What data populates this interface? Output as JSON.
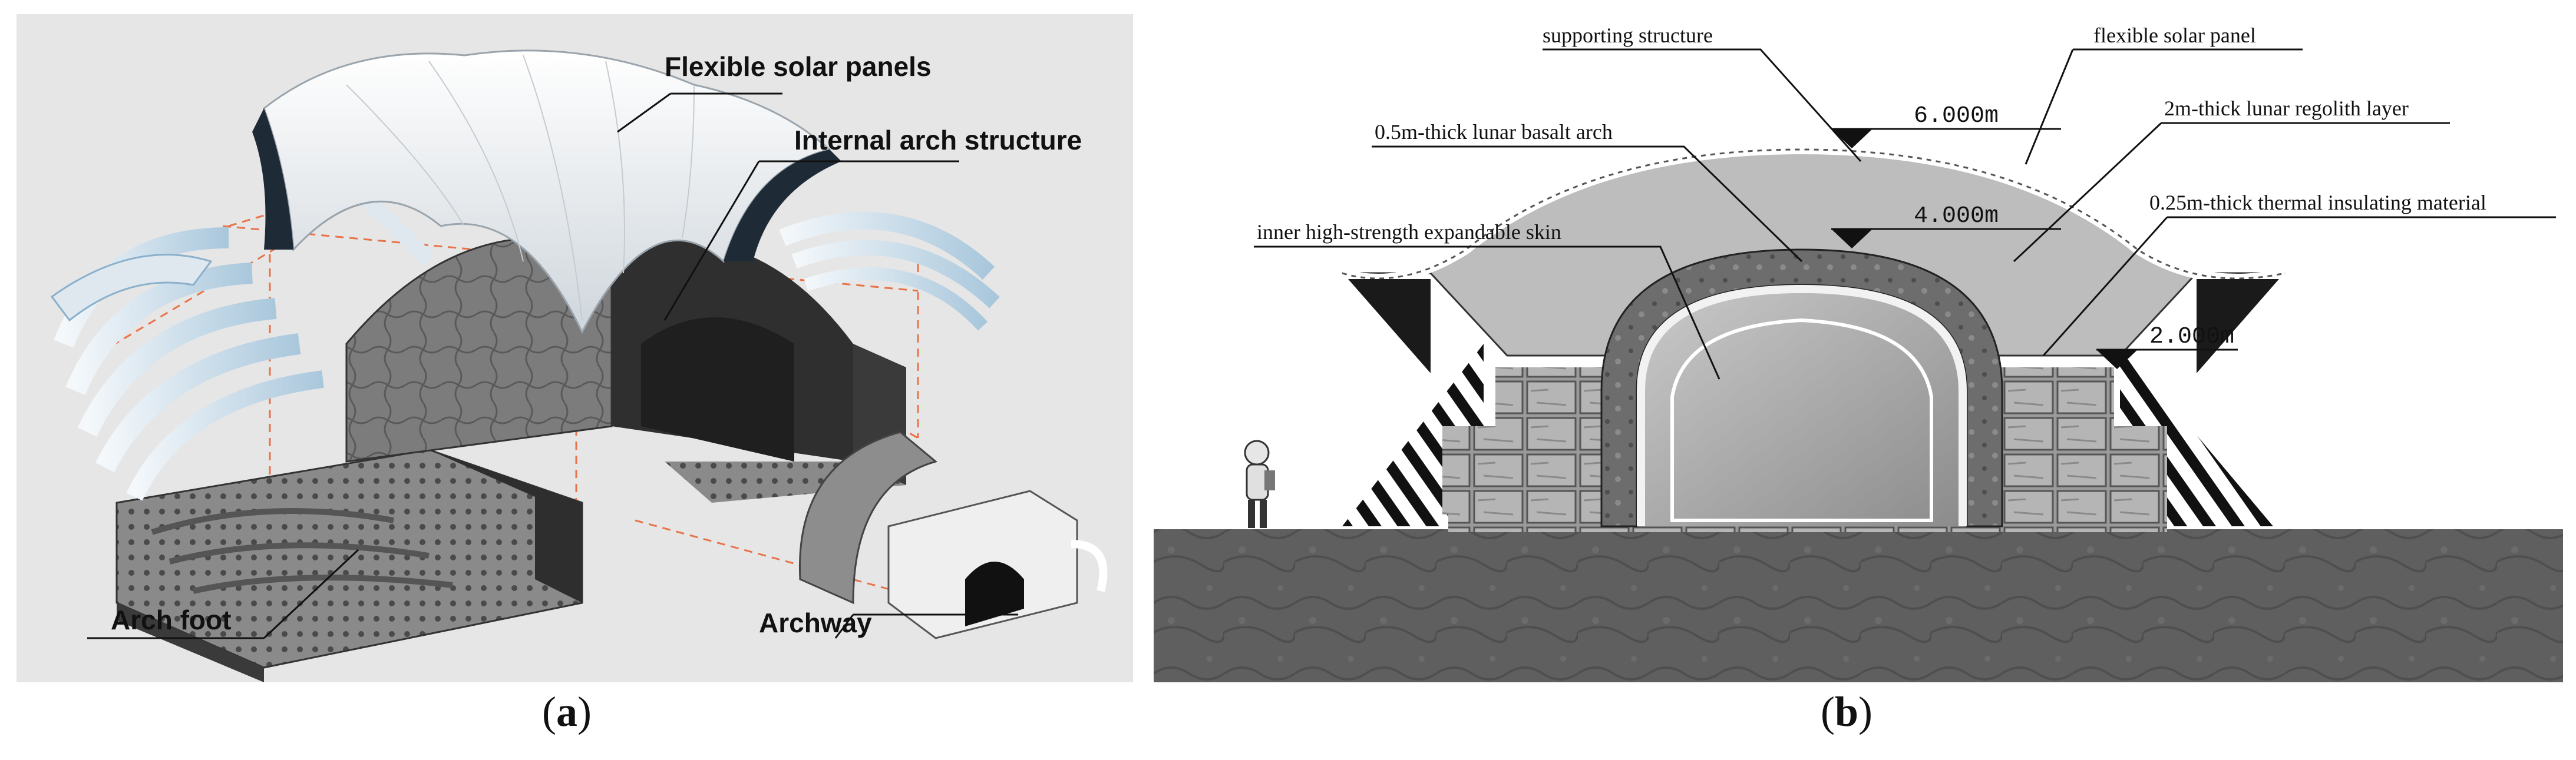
{
  "panel_a": {
    "caption_letter": "a",
    "labels": {
      "flexible_solar_panels": "Flexible solar panels",
      "internal_arch_structure": "Internal arch structure",
      "arch_foot": "Arch foot",
      "archway": "Archway"
    }
  },
  "panel_b": {
    "caption_letter": "b",
    "labels": {
      "supporting_structure": "supporting structure",
      "flexible_solar_panel": "flexible solar panel",
      "basalt_arch": "0.5m-thick lunar basalt arch",
      "regolith_layer": "2m-thick lunar regolith layer",
      "expandable_skin": "inner high-strength expandable skin",
      "insulating_material": "0.25m-thick thermal insulating material"
    },
    "levels": {
      "top": "6.000m",
      "middle": "4.000m",
      "lower": "2.000m"
    }
  },
  "colors": {
    "panel_a_background": "#e6e6e6",
    "ground": "#5f5f5f",
    "regolith": "#bdbdbd",
    "basalt": "#6d6d6d",
    "dashed_guides": "#e8734a"
  }
}
